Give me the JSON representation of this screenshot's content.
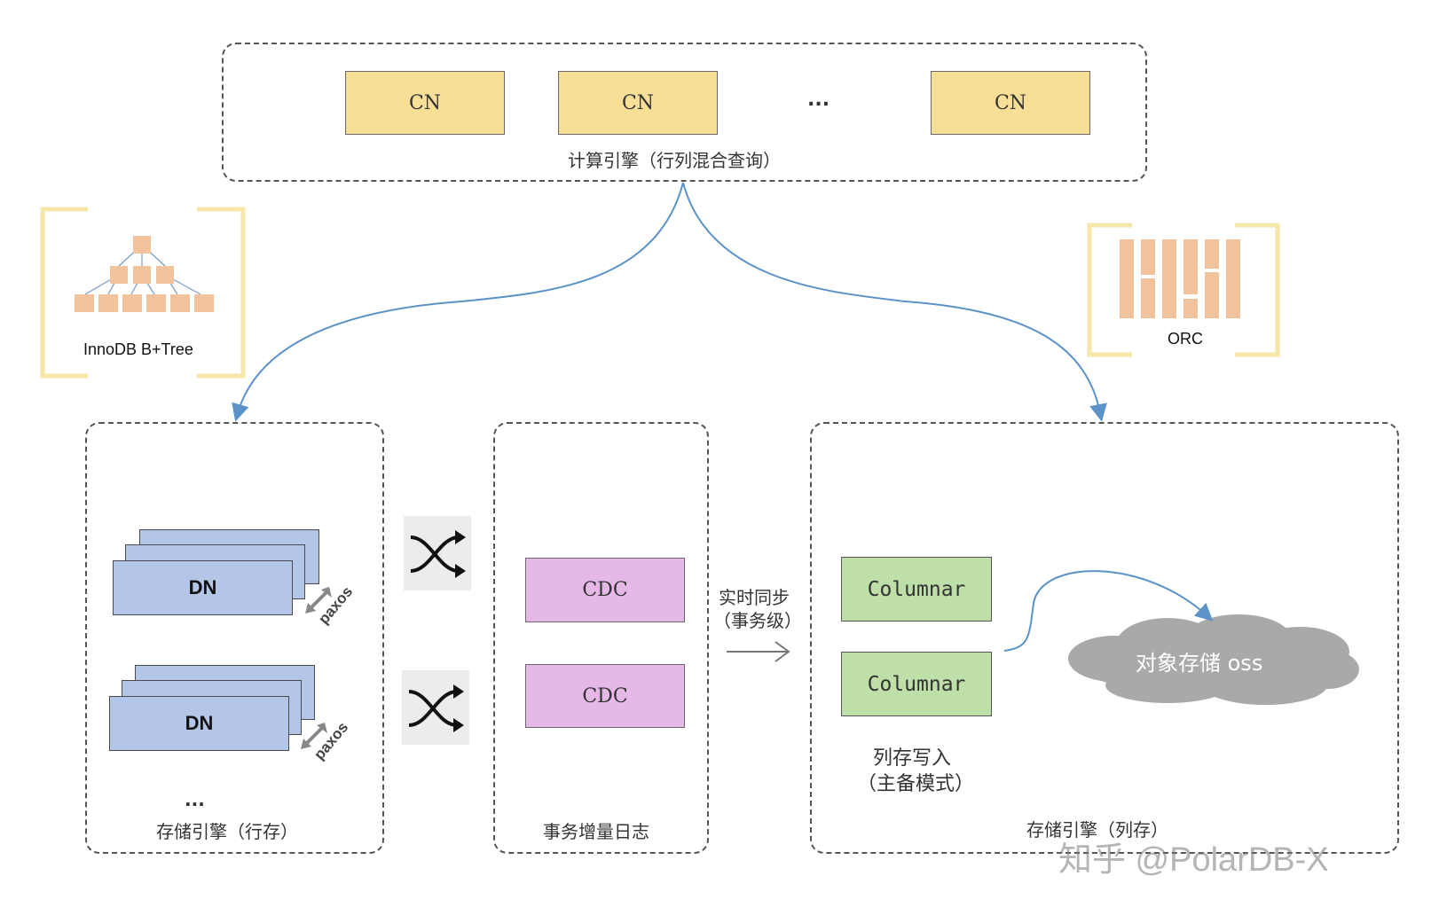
{
  "compute": {
    "nodes": [
      "CN",
      "CN",
      "CN"
    ],
    "ellipsis": "...",
    "label": "计算引擎（行列混合查询）"
  },
  "row_store": {
    "tree_label": "InnoDB B+Tree",
    "dn_label": "DN",
    "paxos_label": "paxos",
    "ellipsis": "...",
    "label": "存储引擎（行存）"
  },
  "log": {
    "nodes": [
      "CDC",
      "CDC"
    ],
    "label": "事务增量日志"
  },
  "sync": {
    "line1": "实时同步",
    "line2": "（事务级）"
  },
  "column_store": {
    "orc_label": "ORC",
    "nodes": [
      "Columnar",
      "Columnar"
    ],
    "write_line1": "列存写入",
    "write_line2": "（主备模式）",
    "oss_label": "对象存储 oss",
    "label": "存储引擎（列存）"
  },
  "watermark": "知乎 @PolarDB-X",
  "colors": {
    "cn": "#f8df98",
    "cdc": "#e6b8e8",
    "columnar": "#bfdfa8",
    "dn": "#b4c6e8",
    "arrow": "#5b92c8",
    "icon": "#f0c39c",
    "bracket": "#f6e6a8",
    "cloud": "#a9a9a9"
  }
}
